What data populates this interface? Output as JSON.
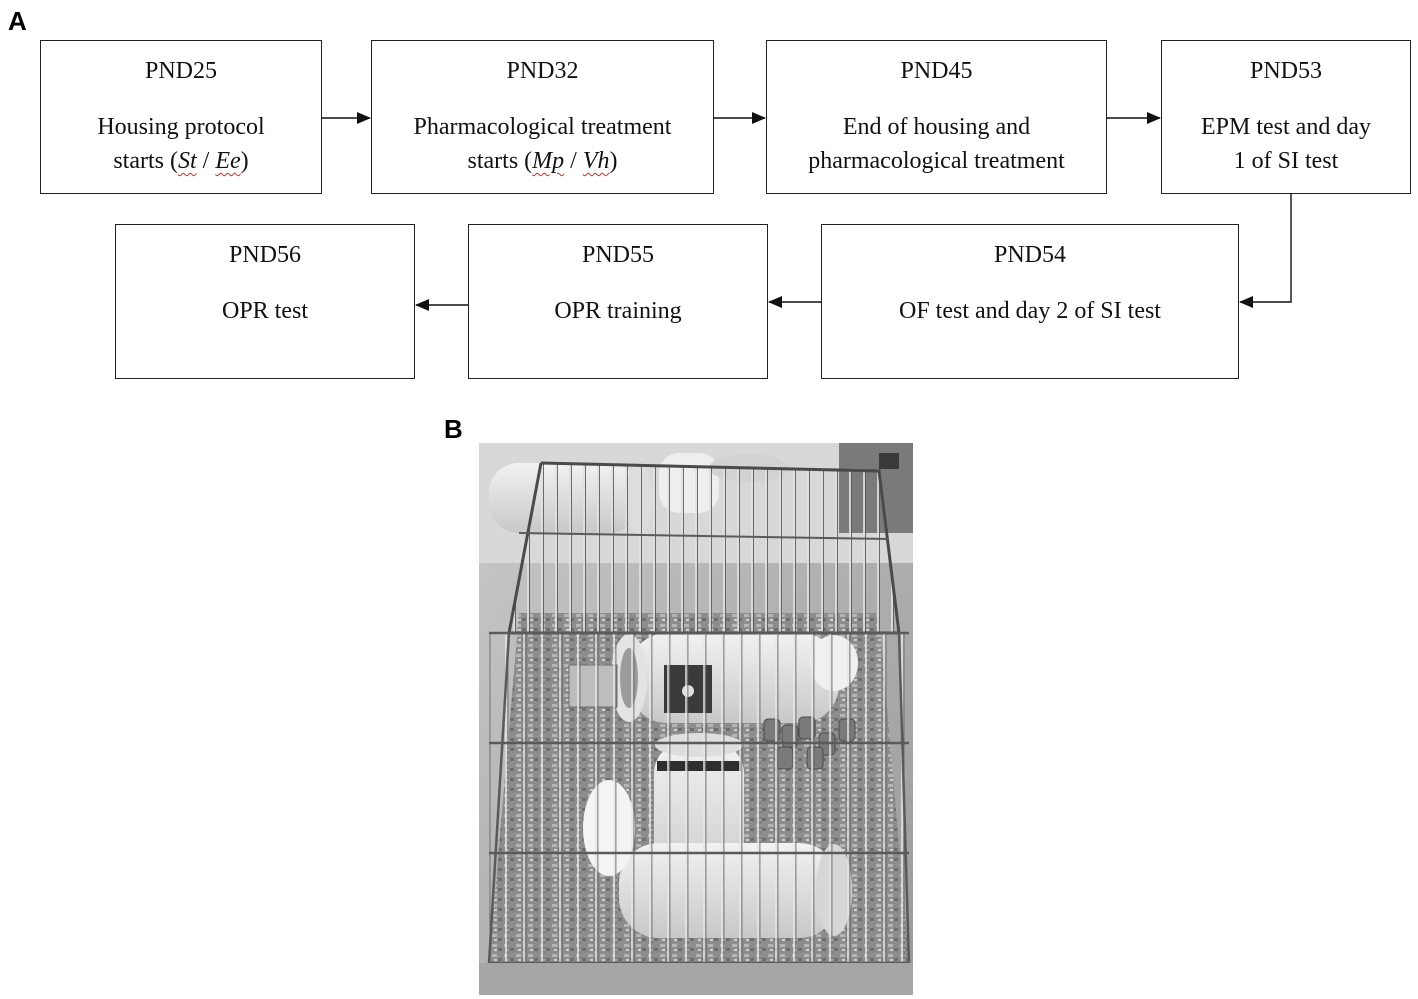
{
  "panels": {
    "a": "A",
    "b": "B"
  },
  "timeline": [
    {
      "day": "PND25",
      "line1": "Housing protocol",
      "line2_pre": "starts (",
      "it1": "St",
      "sep": " / ",
      "it2": "Ee",
      "line2_post": ")"
    },
    {
      "day": "PND32",
      "line1": "Pharmacological treatment",
      "line2_pre": "starts (",
      "it1": "Mp",
      "sep": " / ",
      "it2": "Vh",
      "line2_post": ")"
    },
    {
      "day": "PND45",
      "line1": "End of housing and",
      "line2": "pharmacological treatment"
    },
    {
      "day": "PND53",
      "line1": "EPM test and day",
      "line2": "1 of SI test"
    },
    {
      "day": "PND54",
      "line1": "OF test and day 2 of SI test"
    },
    {
      "day": "PND55",
      "line1": "OPR training"
    },
    {
      "day": "PND56",
      "line1": "OPR test"
    }
  ],
  "photo": {
    "subject": "wire-cage-enriched-environment",
    "palette": "grayscale"
  }
}
